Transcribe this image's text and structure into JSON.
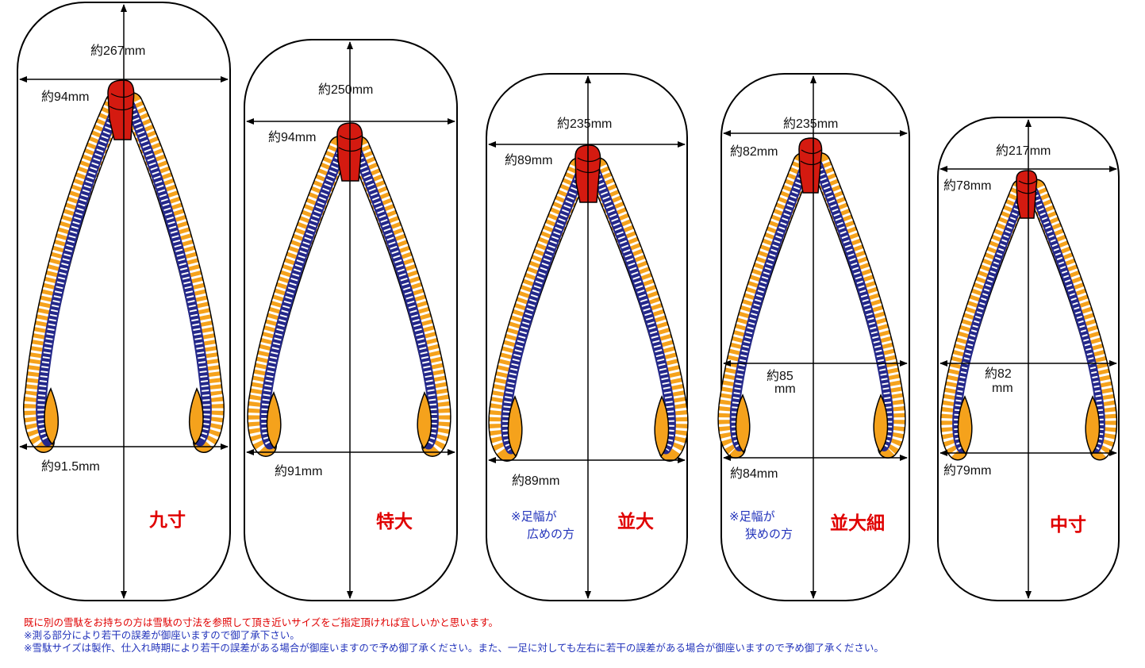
{
  "sandals": [
    {
      "name": "九寸",
      "length": "約267mm",
      "top_width": "約94mm",
      "bottom_width": "約91.5mm"
    },
    {
      "name": "特大",
      "length": "約250mm",
      "top_width": "約94mm",
      "bottom_width": "約91mm"
    },
    {
      "name": "並大",
      "length": "約235mm",
      "top_width": "約89mm",
      "bottom_width": "約89mm",
      "note_line1": "※足幅が",
      "note_line2": "広めの方"
    },
    {
      "name": "並大細",
      "length": "約235mm",
      "top_width": "約82mm",
      "bottom_width": "約84mm",
      "mid_width_line1": "約85",
      "mid_width_line2": "mm",
      "note_line1": "※足幅が",
      "note_line2": "狭めの方"
    },
    {
      "name": "中寸",
      "length": "約217mm",
      "top_width": "約78mm",
      "bottom_width": "約79mm",
      "mid_width_line1": "約82",
      "mid_width_line2": "mm"
    }
  ],
  "notes": [
    "既に別の雪駄をお持ちの方は雪駄の寸法を参照して頂き近いサイズをご指定頂ければ宜しいかと思います。",
    "※測る部分により若干の誤差が御座いますので御了承下さい。",
    "※雪駄サイズは製作、仕入れ時期により若干の誤差がある場合が御座いますので予め御了承ください。また、一足に対しても左右に若干の誤差がある場合が御座いますので予め御了承ください。"
  ],
  "colors": {
    "outline": "#000000",
    "strap_orange": "#f5a21c",
    "strap_blue": "#24288a",
    "knot_red": "#d41a10",
    "size_name": "#e00000",
    "note_blue": "#2233bb",
    "first_note": "#e00000",
    "other_notes": "#2233bb"
  }
}
